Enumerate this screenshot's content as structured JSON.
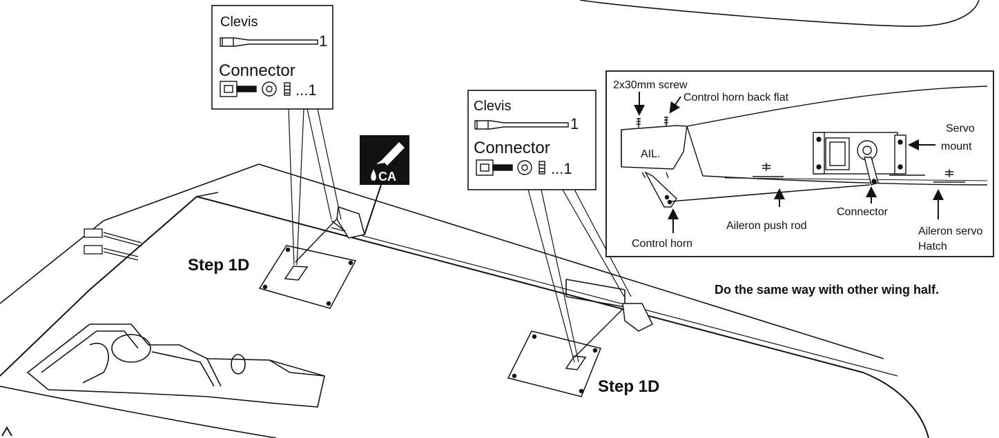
{
  "parts_box_left": {
    "clevis_label": "Clevis",
    "clevis_qty": "1",
    "connector_label": "Connector",
    "connector_qty": "...1"
  },
  "parts_box_right": {
    "clevis_label": "Clevis",
    "clevis_qty": "1",
    "connector_label": "Connector",
    "connector_qty": "...1"
  },
  "glue_badge": {
    "label": "CA",
    "icon": "glue-bottle-icon"
  },
  "step_labels": [
    "Step 1D",
    "Step 1D"
  ],
  "note": "Do the same way with other wing half.",
  "detail_inset": {
    "screw_label": "2x30mm screw",
    "horn_back_flat_label": "Control horn back flat",
    "ail_label": "AIL.",
    "servo_mount_label": [
      "Servo",
      "mount"
    ],
    "connector_label": "Connector",
    "push_rod_label": "Aileron push rod",
    "servo_hatch_label": [
      "Aileron servo",
      "Hatch"
    ],
    "control_horn_label": "Control horn"
  },
  "colors": {
    "line": "#111111",
    "background": "#ffffff"
  }
}
